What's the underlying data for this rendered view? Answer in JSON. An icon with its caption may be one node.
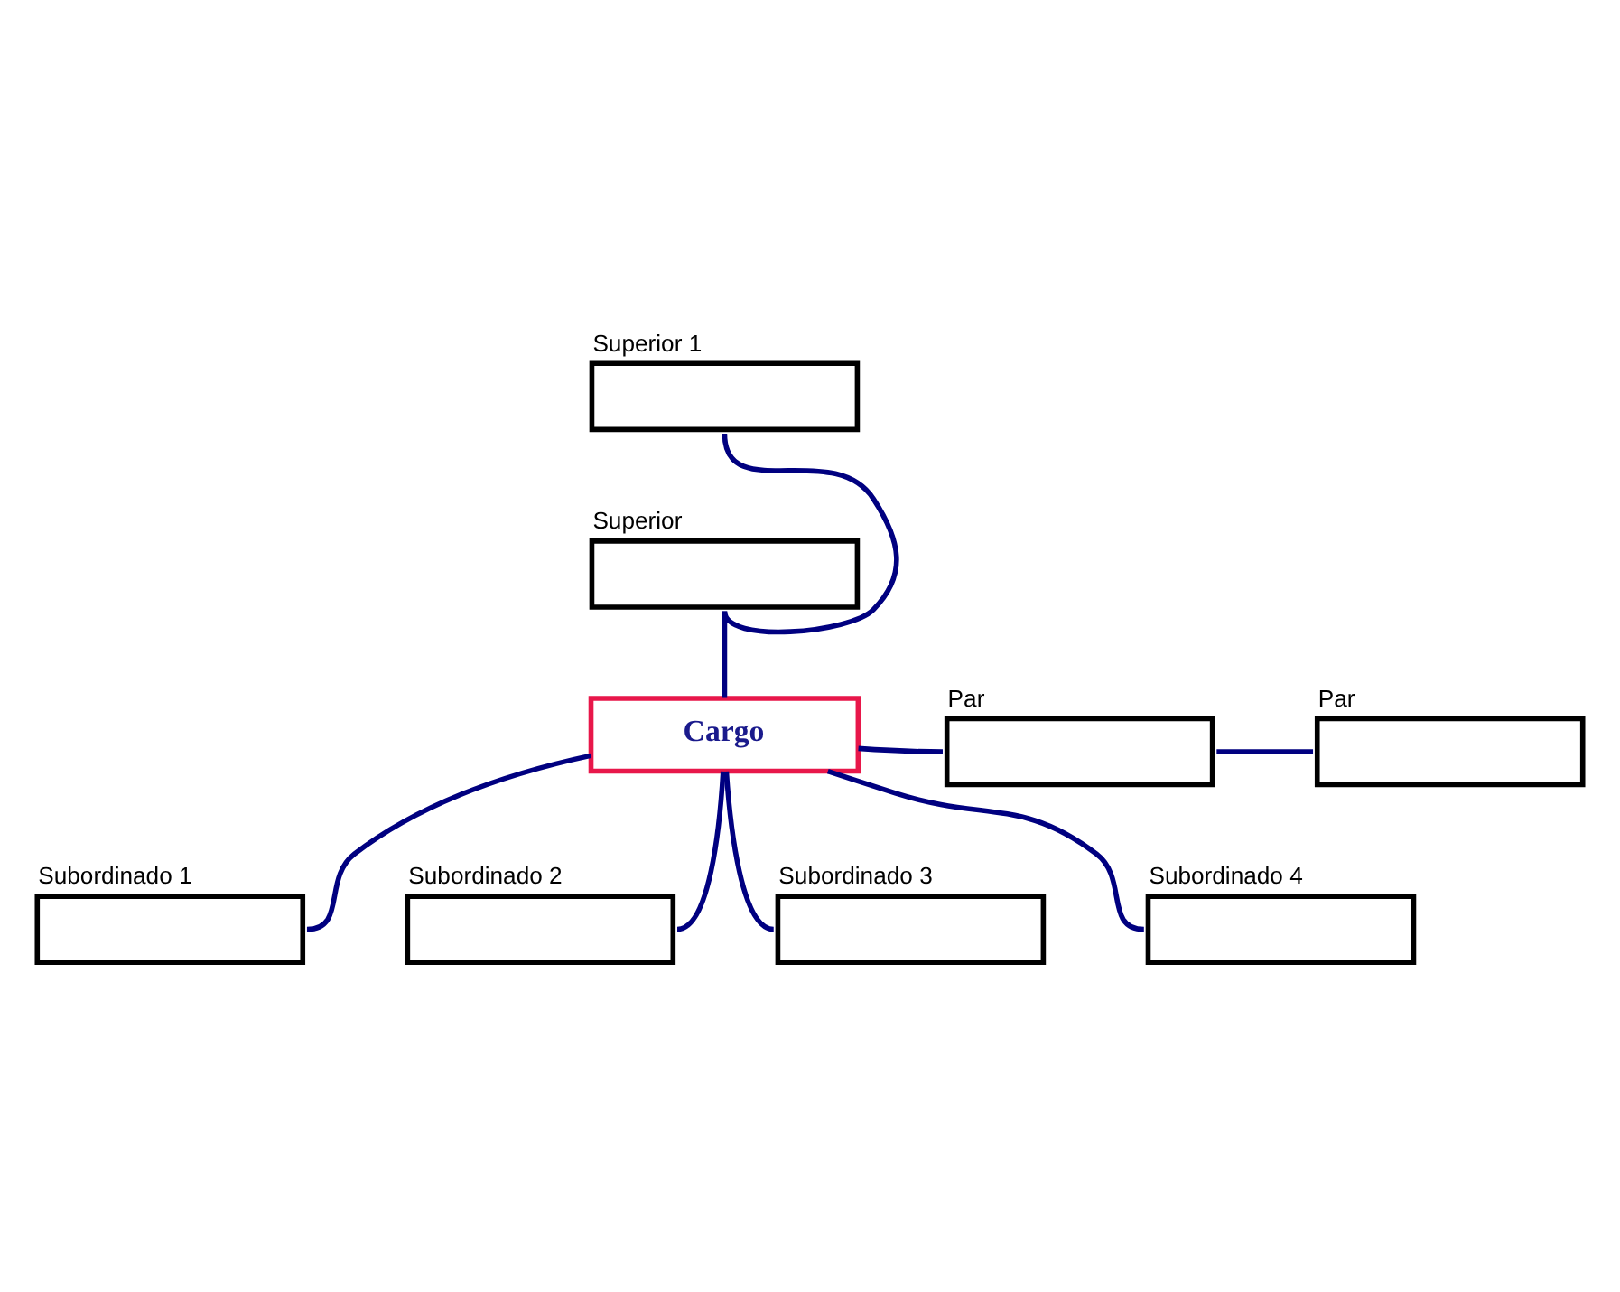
{
  "diagram": {
    "nodes": [
      {
        "text": [
          "Superior 1"
        ]
      },
      {
        "text": [
          "Superior"
        ]
      },
      {
        "text": [
          "Cargo"
        ]
      },
      {
        "text": [
          "Par"
        ]
      },
      {
        "text": [
          "Par"
        ]
      },
      {
        "text": [
          "Subordinado 1"
        ]
      },
      {
        "text": [
          "Subordinado 2"
        ]
      },
      {
        "text": [
          "Subordinado 3"
        ]
      },
      {
        "text": [
          "Subordinado 4"
        ]
      }
    ],
    "edges": [
      {
        "from": 0,
        "to": 1,
        "arrow": "none"
      },
      {
        "from": 1,
        "to": 2,
        "arrow": "none"
      },
      {
        "from": 2,
        "to": 3,
        "arrow": "none"
      },
      {
        "from": 3,
        "to": 4,
        "arrow": "none"
      },
      {
        "from": 2,
        "to": 5,
        "arrow": "none"
      },
      {
        "from": 2,
        "to": 6,
        "arrow": "none"
      },
      {
        "from": 2,
        "to": 7,
        "arrow": "none"
      },
      {
        "from": 2,
        "to": 8,
        "arrow": "none"
      }
    ]
  }
}
